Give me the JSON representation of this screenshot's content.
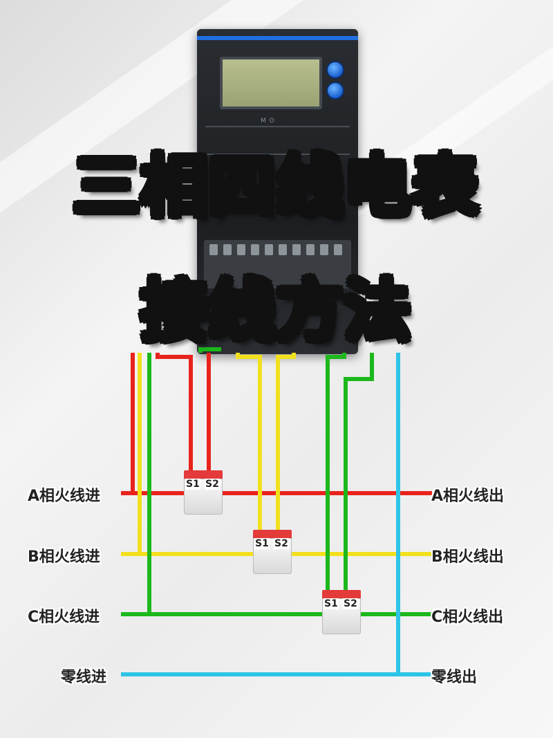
{
  "title": {
    "line1": "三相四线电表",
    "line2": "接线方法"
  },
  "meter": {
    "panel_buttons": "M O"
  },
  "wire_colors": {
    "a_phase": "#e8231c",
    "b_phase": "#f2e01d",
    "c_phase": "#1cb81c",
    "neutral": "#2ec4e6"
  },
  "labels": {
    "a_in": "A相火线进",
    "a_out": "A相火线出",
    "b_in": "B相火线进",
    "b_out": "B相火线出",
    "c_in": "C相火线进",
    "c_out": "C相火线出",
    "n_in": "零线进",
    "n_out": "零线出"
  },
  "ct": {
    "s1": "S1",
    "s2": "S2"
  }
}
